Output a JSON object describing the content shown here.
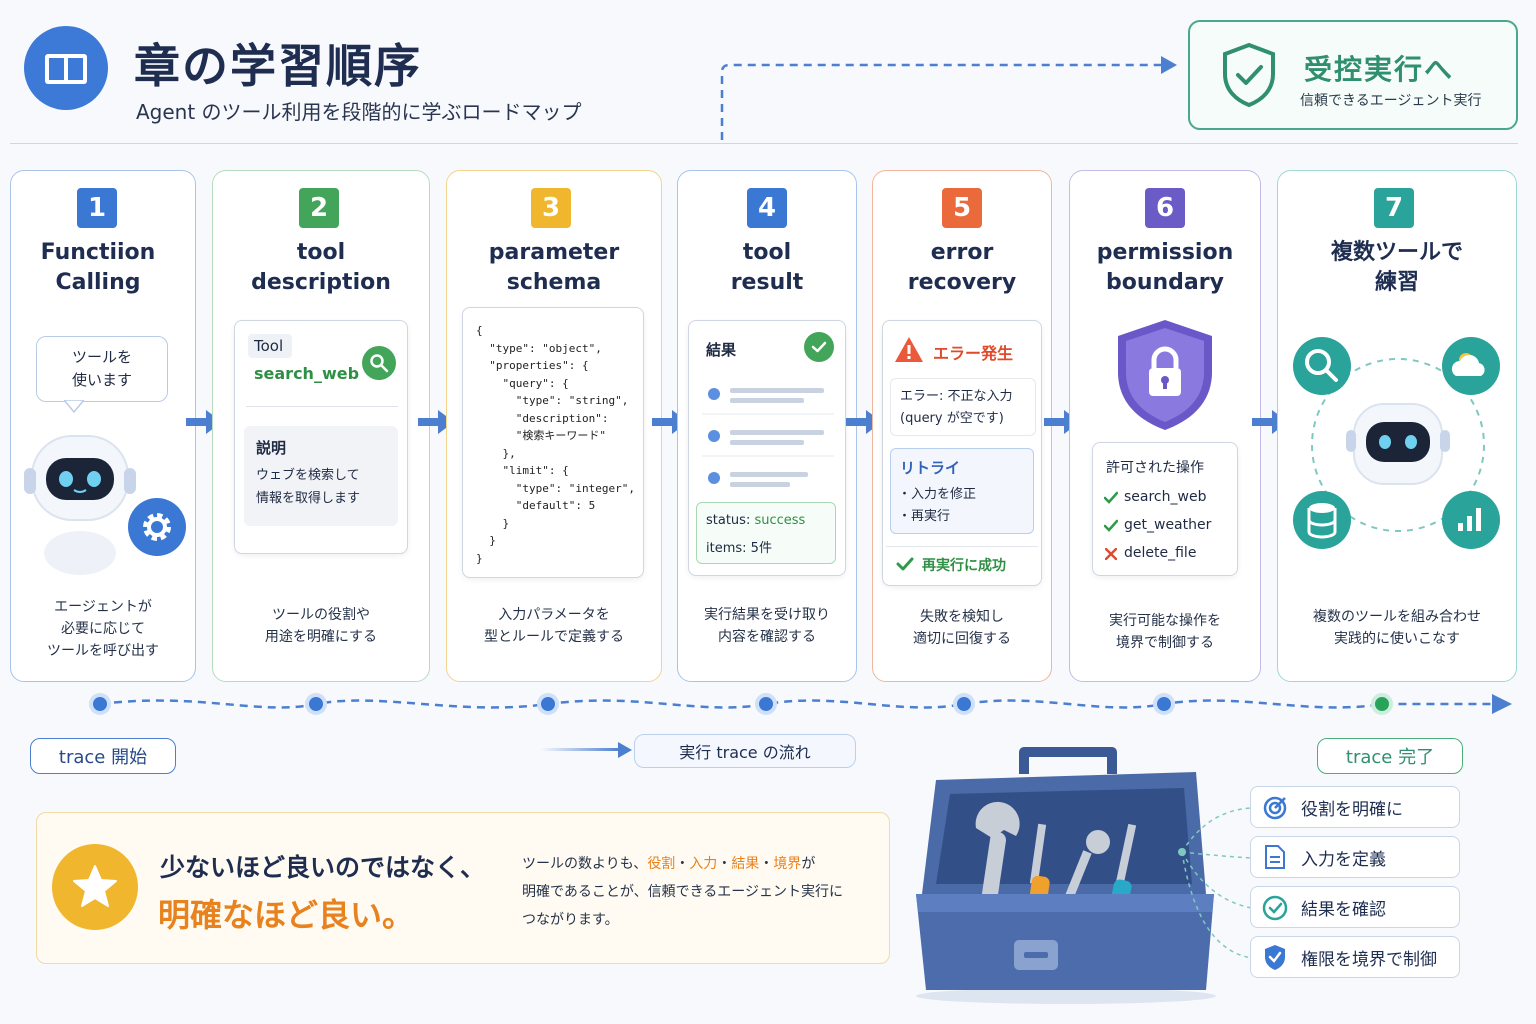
{
  "header": {
    "title": "章の学習順序",
    "subtitle": "Agent のツール利用を段階的に学ぶロードマップ"
  },
  "goal": {
    "title": "受控実行へ",
    "subtitle": "信頼できるエージェント実行"
  },
  "steps": [
    {
      "num": "1",
      "title1": "Functiion",
      "title2": "Calling",
      "desc1": "エージェントが",
      "desc2": "必要に応じて",
      "desc3": "ツールを呼び出す",
      "bubble1": "ツールを",
      "bubble2": "使います",
      "color": "#3a78d4"
    },
    {
      "num": "2",
      "title1": "tool",
      "title2": "description",
      "desc1": "ツールの役割や",
      "desc2": "用途を明確にする",
      "tool_label": "Tool",
      "tool_name": "search_web",
      "desc_label": "説明",
      "desc_text1": "ウェブを検索して",
      "desc_text2": "情報を取得します",
      "color": "#43a55a"
    },
    {
      "num": "3",
      "title1": "parameter",
      "title2": "schema",
      "desc1": "入力パラメータを",
      "desc2": "型とルールで定義する",
      "code": "{\n  \"type\": \"object\",\n  \"properties\": {\n    \"query\": {\n      \"type\": \"string\",\n      \"description\":\n      \"検索キーワード\"\n    },\n    \"limit\": {\n      \"type\": \"integer\",\n      \"default\": 5\n    }\n  }\n}",
      "color": "#f0b62d"
    },
    {
      "num": "4",
      "title1": "tool",
      "title2": "result",
      "desc1": "実行結果を受け取り",
      "desc2": "内容を確認する",
      "result_label": "結果",
      "status_key": "status:",
      "status_val": "success",
      "items_key": "items:",
      "items_val": "5件",
      "color": "#3a78d4"
    },
    {
      "num": "5",
      "title1": "error",
      "title2": "recovery",
      "desc1": "失敗を検知し",
      "desc2": "適切に回復する",
      "error_title": "エラー発生",
      "error_msg1": "エラー: 不正な入力",
      "error_msg2": "(query が空です)",
      "retry_title": "リトライ",
      "retry1": "・入力を修正",
      "retry2": "・再実行",
      "success": "再実行に成功",
      "color": "#ea6a3c"
    },
    {
      "num": "6",
      "title1": "permission",
      "title2": "boundary",
      "desc1": "実行可能な操作を",
      "desc2": "境界で制御する",
      "allowed_title": "許可された操作",
      "ops": [
        "search_web",
        "get_weather",
        "delete_file"
      ],
      "color": "#6b5bc7"
    },
    {
      "num": "7",
      "title1": "複数ツールで",
      "title2": "練習",
      "desc1": "複数のツールを組み合わせ",
      "desc2": "実践的に使いこなす",
      "color": "#2aa39a"
    }
  ],
  "trace": {
    "start": "trace 開始",
    "flow": "実行 trace の流れ",
    "end": "trace 完了"
  },
  "callout": {
    "line1": "少ないほど良いのではなく、",
    "line2": "明確なほど良い。",
    "p1a": "ツールの数よりも、",
    "p1b": "役割",
    "p1c": "・",
    "p1d": "入力",
    "p1e": "・",
    "p1f": "結果",
    "p1g": "・",
    "p1h": "境界",
    "p1i": "が",
    "p2": "明確であることが、信頼できるエージェント実行に",
    "p3": "つながります。"
  },
  "features": [
    "役割を明確に",
    "入力を定義",
    "結果を確認",
    "権限を境界で制御"
  ],
  "colors": {
    "blue": "#3a78d4",
    "green": "#43a55a",
    "yellow": "#f0b62d",
    "orange": "#ea6a3c",
    "purple": "#6b5bc7",
    "teal": "#2aa39a",
    "accent_orange": "#e8821e"
  }
}
